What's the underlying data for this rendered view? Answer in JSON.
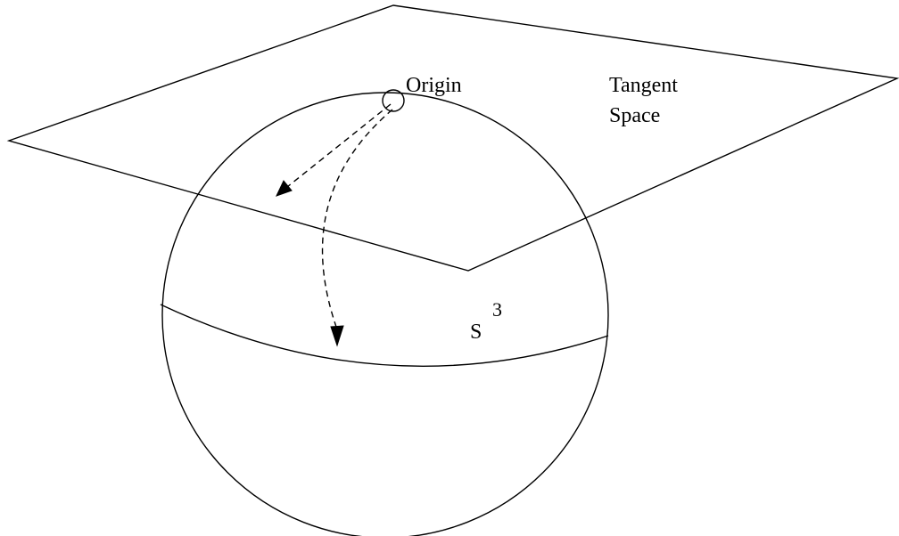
{
  "labels": {
    "origin": "Origin",
    "tangent_line1": "Tangent",
    "tangent_line2": "Space",
    "sphere_base": "S",
    "sphere_exponent": "3"
  },
  "colors": {
    "stroke": "#000000",
    "background": "#ffffff"
  }
}
